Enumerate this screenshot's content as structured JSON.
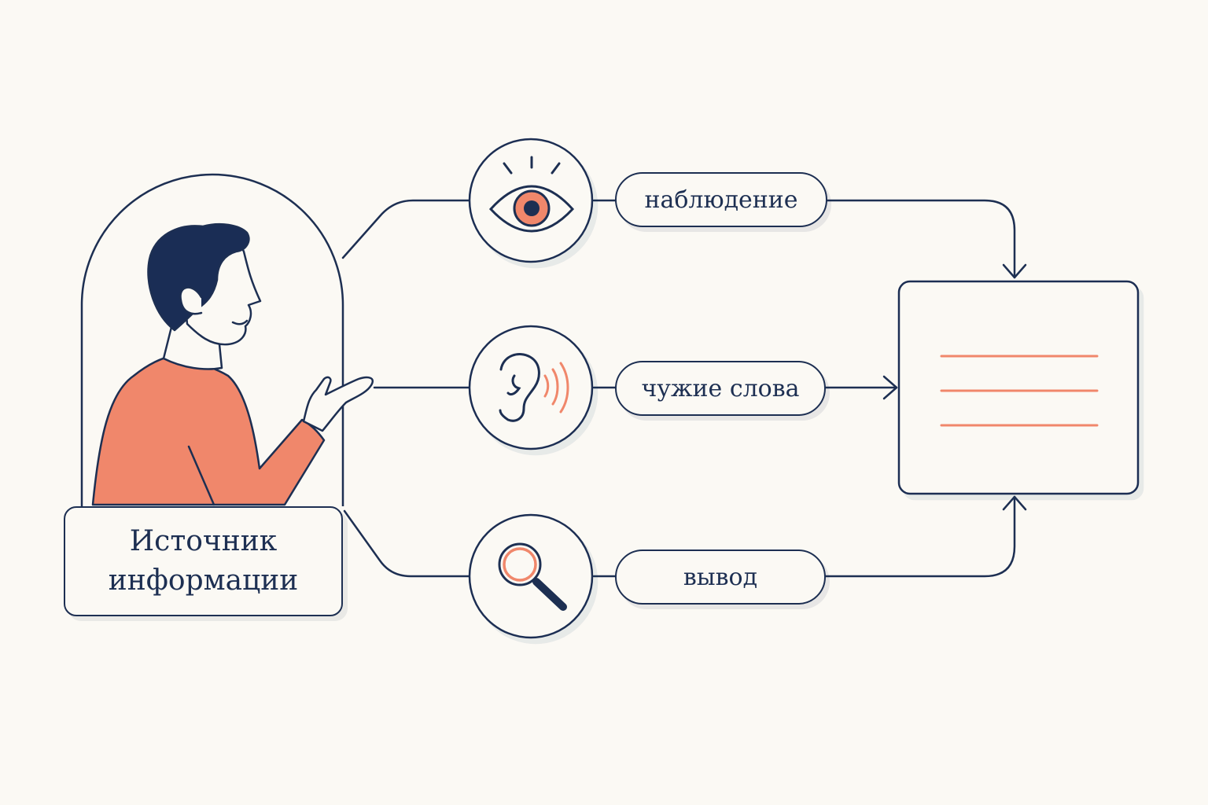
{
  "colors": {
    "ink": "#1d2f52",
    "accent": "#f0876b",
    "background": "#fbf9f4"
  },
  "source": {
    "label_line1": "Источник",
    "label_line2": "информации"
  },
  "channels": [
    {
      "icon": "eye-icon",
      "label": "наблюдение"
    },
    {
      "icon": "ear-icon",
      "label": "чужие слова"
    },
    {
      "icon": "magnifier-icon",
      "label": "вывод"
    }
  ],
  "target": {
    "icon": "document-lines-icon",
    "line_count": 3
  }
}
